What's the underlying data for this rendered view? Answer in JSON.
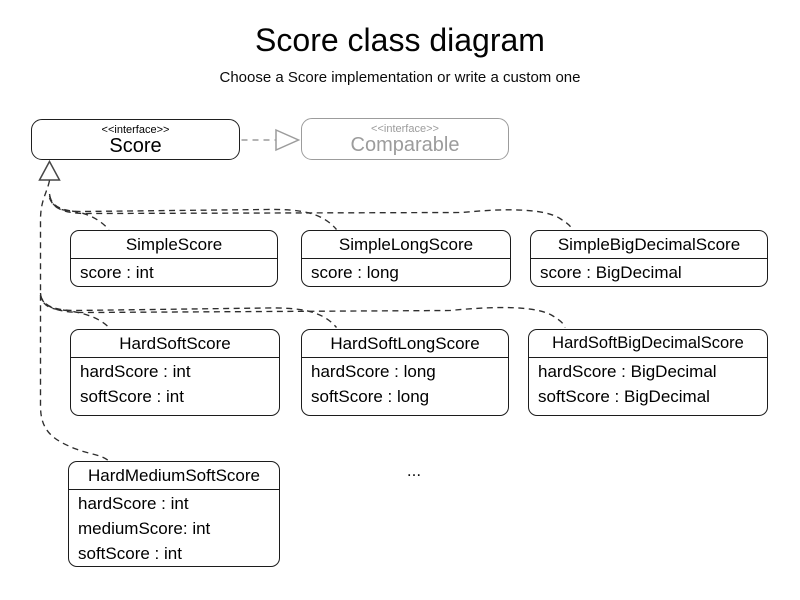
{
  "page": {
    "title": "Score class diagram",
    "subtitle": "Choose a Score implementation or write a custom one",
    "background": "#ffffff"
  },
  "colors": {
    "box_border": "#1c1c1c",
    "connector": "#2e2e2e",
    "muted_gray": "#9c9c9c",
    "text": "#000000"
  },
  "interfaces": [
    {
      "stereotype": "<<interface>>",
      "name": "Score"
    },
    {
      "stereotype": "<<interface>>",
      "name": "Comparable"
    }
  ],
  "classes": [
    {
      "name": "SimpleScore",
      "attributes": [
        "score : int"
      ]
    },
    {
      "name": "SimpleLongScore",
      "attributes": [
        "score : long"
      ]
    },
    {
      "name": "SimpleBigDecimalScore",
      "attributes": [
        "score : BigDecimal"
      ]
    },
    {
      "name": "HardSoftScore",
      "attributes": [
        "hardScore : int",
        "softScore : int"
      ]
    },
    {
      "name": "HardSoftLongScore",
      "attributes": [
        "hardScore : long",
        "softScore : long"
      ]
    },
    {
      "name": "HardSoftBigDecimalScore",
      "attributes": [
        "hardScore : BigDecimal",
        "softScore : BigDecimal"
      ]
    },
    {
      "name": "HardMediumSoftScore",
      "attributes": [
        "hardScore : int",
        "mediumScore: int",
        "softScore : int"
      ]
    }
  ],
  "ellipsis": "...",
  "relationships": {
    "score_implements_comparable": "Score ..|> Comparable (dashed, gray, open triangle)",
    "classes_implement_score": "All classes ..|> Score (dashed, open triangle under Score)"
  }
}
